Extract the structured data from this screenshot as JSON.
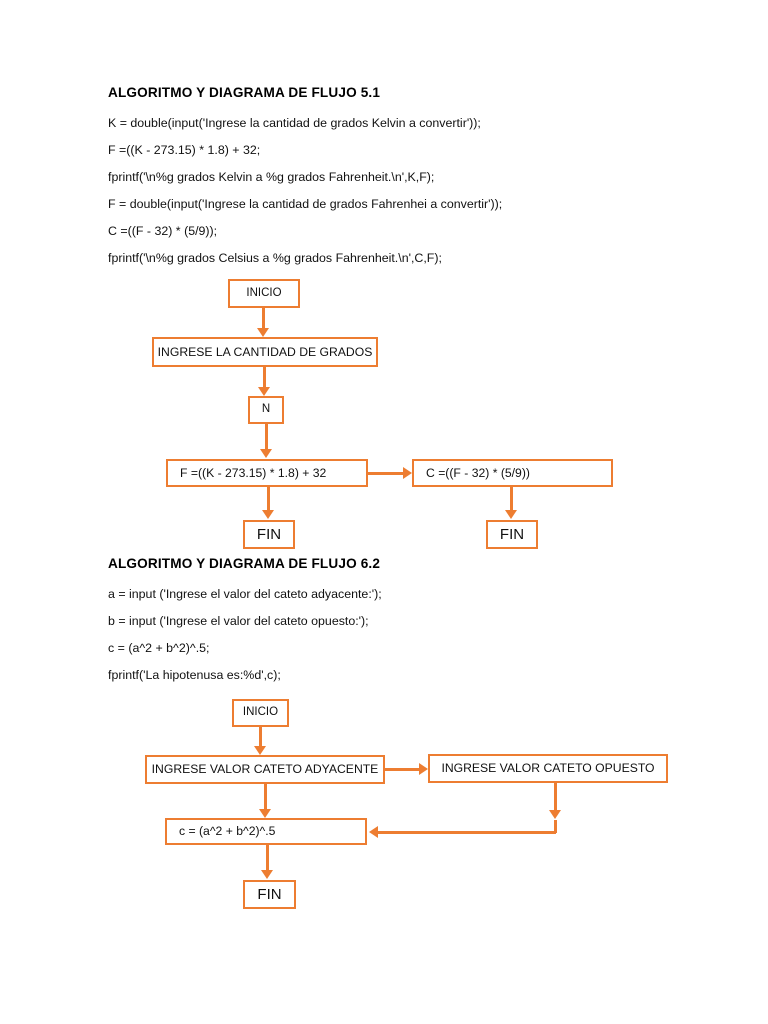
{
  "theme": {
    "accent_orange": "#ED7D31",
    "text_color": "#111111",
    "page_background": "#FFFFFF"
  },
  "sections": [
    {
      "heading": "ALGORITMO Y DIAGRAMA DE FLUJO 5.1",
      "code_lines": [
        "K = double(input('Ingrese la cantidad de grados Kelvin a convertir'));",
        "F =((K - 273.15) * 1.8) + 32;",
        "fprintf('\\n%g grados Kelvin a %g grados Fahrenheit.\\n',K,F);",
        "F = double(input('Ingrese la cantidad de grados Fahrenhei a convertir'));",
        "C =((F - 32) * (5/9));",
        "fprintf('\\n%g grados Celsius a %g grados Fahrenheit.\\n',C,F);"
      ],
      "flowchart": {
        "nodes": {
          "start": "INICIO",
          "input_prompt": "INGRESE LA CANTIDAD DE GRADOS",
          "variable": "N",
          "formula_left": "F =((K - 273.15) * 1.8) + 32",
          "formula_right": "C =((F - 32) * (5/9))",
          "end_left": "FIN",
          "end_right": "FIN"
        }
      }
    },
    {
      "heading": "ALGORITMO Y DIAGRAMA DE FLUJO 6.2",
      "code_lines": [
        "a = input ('Ingrese el valor del cateto adyacente:');",
        "b = input ('Ingrese el valor del cateto opuesto:');",
        "c = (a^2 + b^2)^.5;",
        "fprintf('La hipotenusa es:%d',c);"
      ],
      "flowchart": {
        "nodes": {
          "start": "INICIO",
          "input_adjacent": "INGRESE VALOR CATETO ADYACENTE",
          "input_opposite": "INGRESE VALOR CATETO OPUESTO",
          "formula": "c = (a^2 + b^2)^.5",
          "end": "FIN"
        }
      }
    }
  ]
}
